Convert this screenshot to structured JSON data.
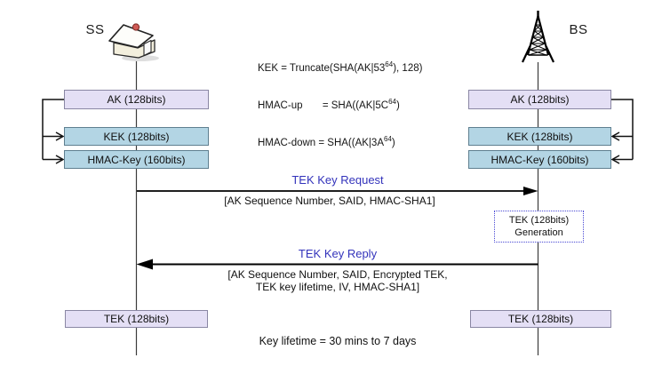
{
  "nodes": {
    "ss": "SS",
    "bs": "BS"
  },
  "formulas": [
    {
      "pre": "KEK = Truncate(SHA(AK|53",
      "sup": "64",
      "post": "), 128)"
    },
    {
      "pre": "HMAC-up       = SHA((AK|5C",
      "sup": "64",
      "post": ")"
    },
    {
      "pre": "HMAC-down = SHA((AK|3A",
      "sup": "64",
      "post": ")"
    }
  ],
  "ss_keys": {
    "ak": "AK (128bits)",
    "kek": "KEK (128bits)",
    "hmac": "HMAC-Key (160bits)",
    "tek": "TEK (128bits)"
  },
  "bs_keys": {
    "ak": "AK (128bits)",
    "kek": "KEK (128bits)",
    "hmac": "HMAC-Key (160bits)",
    "tek": "TEK (128bits)"
  },
  "messages": {
    "request": {
      "title": "TEK Key Request",
      "params": "[AK Sequence Number, SAID, HMAC-SHA1]"
    },
    "reply": {
      "title": "TEK Key Reply",
      "params_line1": "[AK Sequence Number, SAID, Encrypted TEK,",
      "params_line2": "TEK key lifetime, IV, HMAC-SHA1]"
    }
  },
  "generation_box": {
    "line1": "TEK (128bits)",
    "line2": "Generation"
  },
  "footer": {
    "key_lifetime_note": "Key lifetime = 30 mins to 7 days"
  },
  "colors": {
    "ak_tek_fill": "#e4dff5",
    "kek_hmac_fill": "#b3d5e4",
    "message_title_blue": "#3333bb",
    "generation_border_blue": "#4a4ad4",
    "chimney_red": "#cf5b56"
  }
}
